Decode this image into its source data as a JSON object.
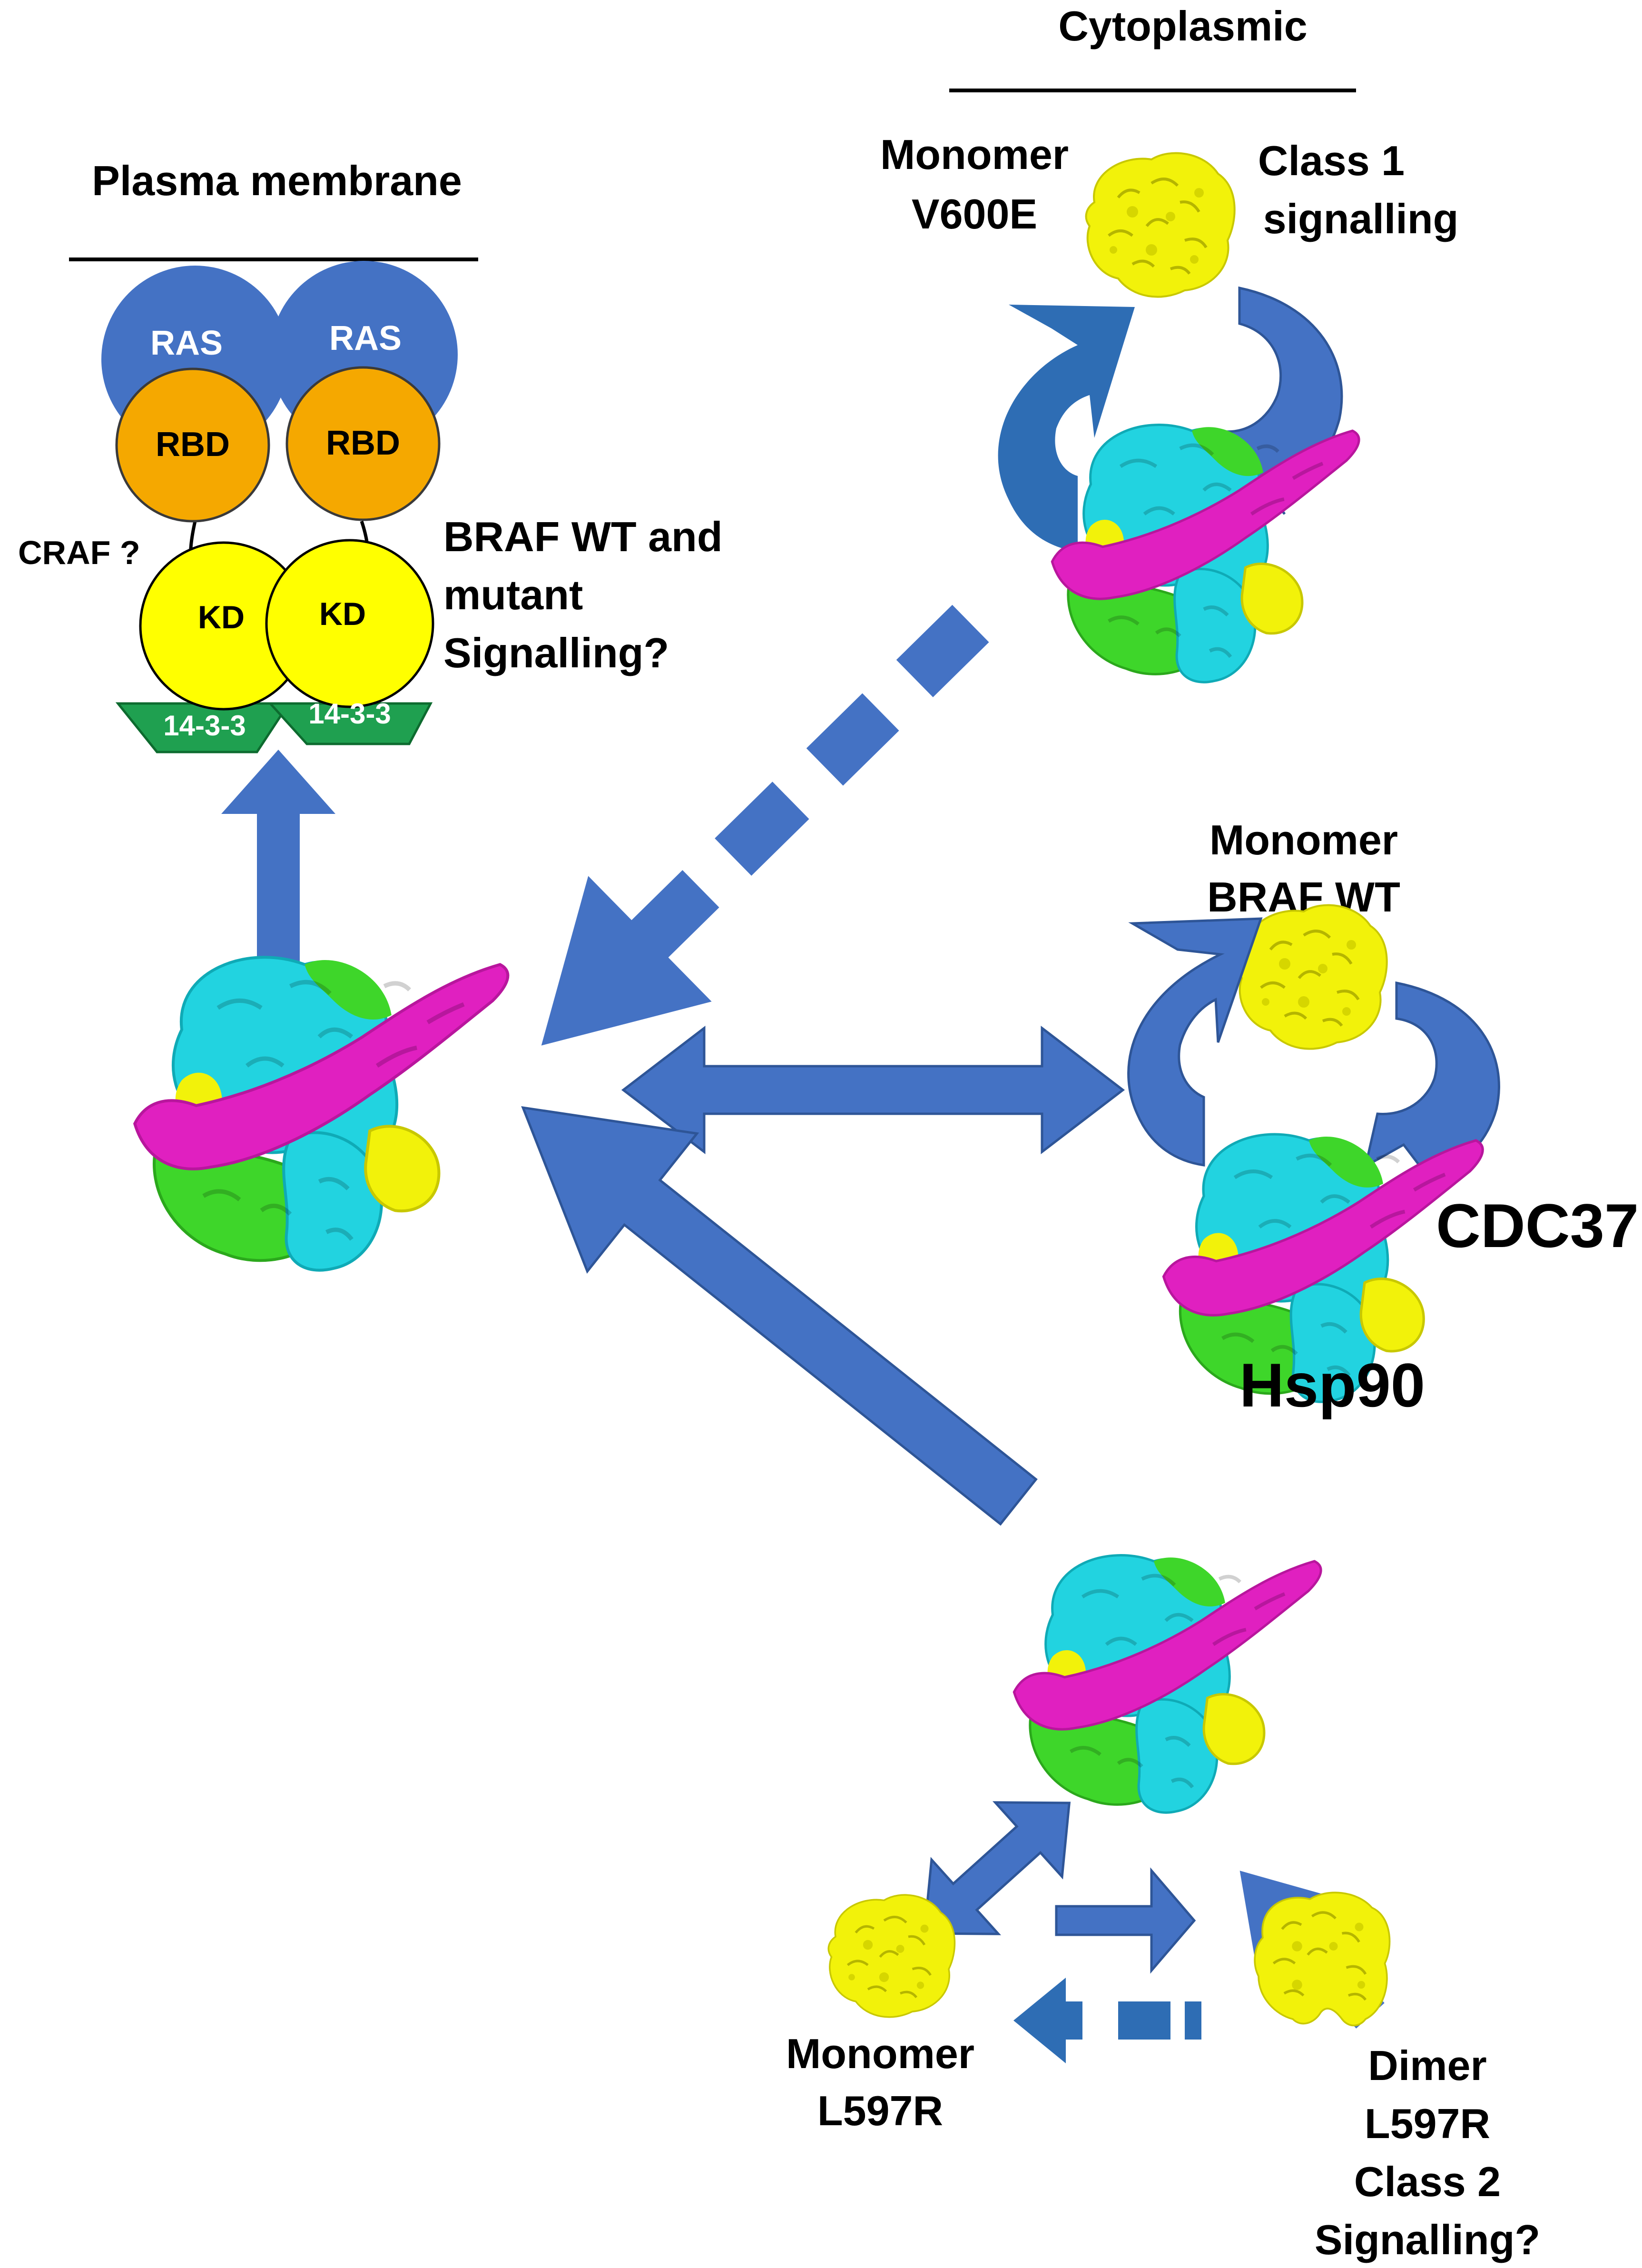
{
  "colors": {
    "arrow": "#4472C4",
    "arrow_dark": "#2E6DB4",
    "ras": "#4472C4",
    "rbd": "#F5A800",
    "kd": "#FFFF00",
    "fourteen33": "#1FA050",
    "protein_yellow": "#F2F20A",
    "protein_cyan": "#22D3E0",
    "protein_magenta": "#E020C0",
    "protein_green": "#3ED62A"
  },
  "labels": {
    "cytoplasmic": "Cytoplasmic",
    "plasma_membrane": "Plasma membrane",
    "monomer_v600e": [
      "Monomer",
      "V600E"
    ],
    "class1": [
      "Class 1",
      "signalling"
    ],
    "ras": "RAS",
    "rbd": "RBD",
    "kd": "KD",
    "fourteen33": "14-3-3",
    "craf": "CRAF ?",
    "braf_wt_mutant": [
      "BRAF WT and",
      "mutant",
      "Signalling?"
    ],
    "monomer_braf_wt": [
      "Monomer",
      "BRAF WT"
    ],
    "cdc37": "CDC37",
    "hsp90": "Hsp90",
    "monomer_l597r": [
      "Monomer",
      "L597R"
    ],
    "dimer_l597r": [
      "Dimer",
      "L597R",
      "Class 2",
      "Signalling?"
    ]
  },
  "icons": {
    "monomer": "yellow-protein-monomer-icon",
    "complex": "hsp90-cdc37-braf-complex-icon",
    "dimer": "yellow-protein-dimer-icon"
  }
}
